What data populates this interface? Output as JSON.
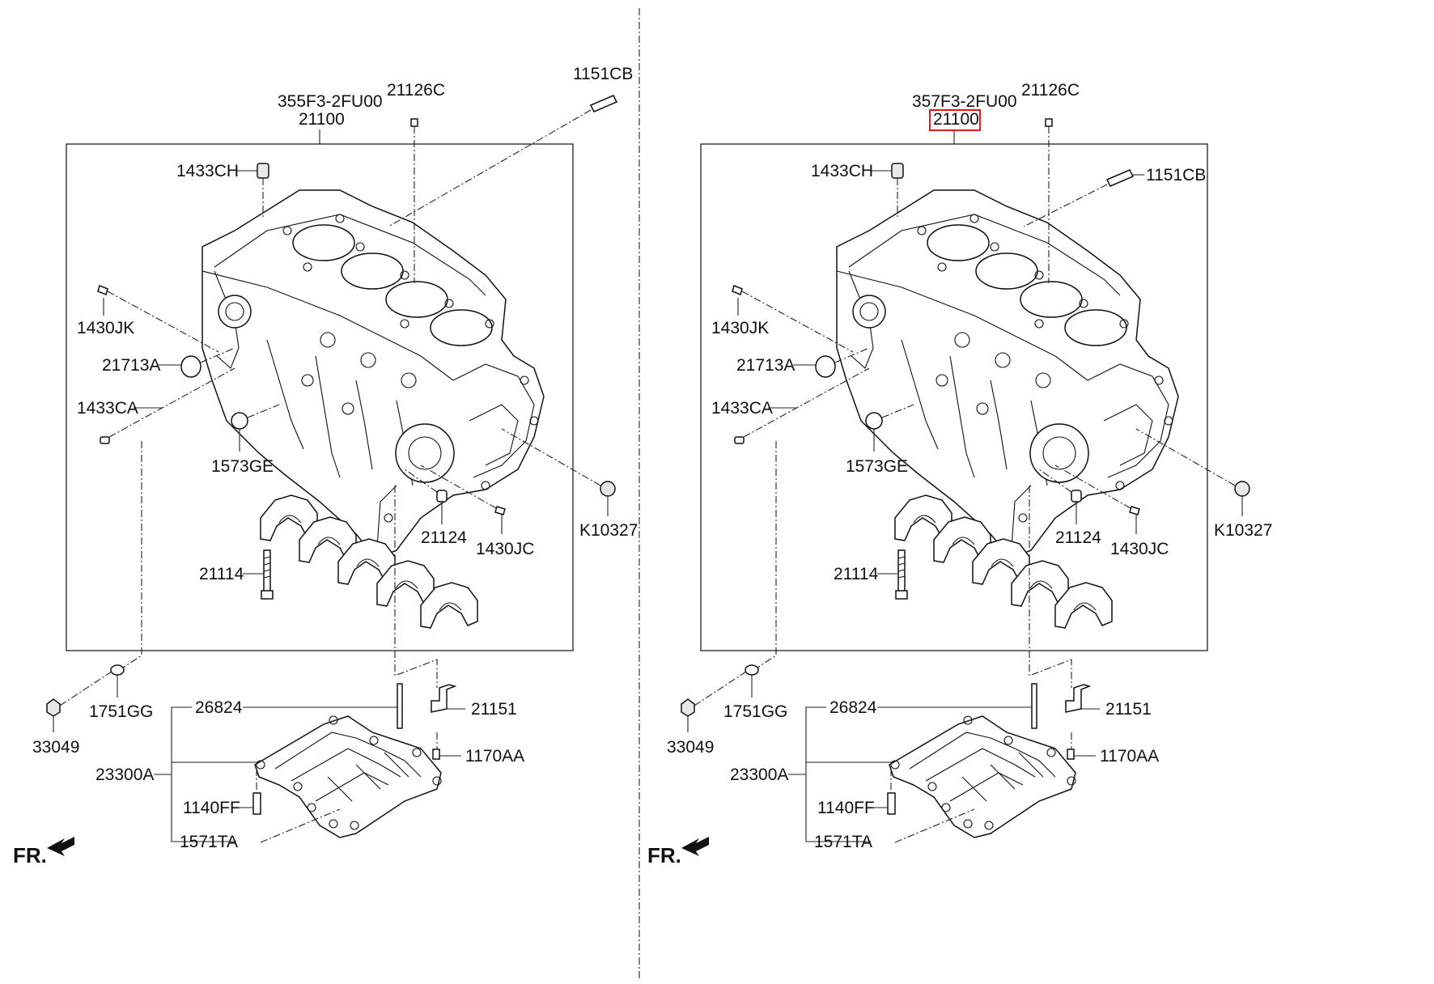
{
  "panels": [
    {
      "id": "left",
      "labels": {
        "p_355f3": "355F3-2FU00",
        "p_21100": "21100",
        "p_21126c": "21126C",
        "p_1151cb": "1151CB",
        "p_1433ch": "1433CH",
        "p_1430jk": "1430JK",
        "p_21713a": "21713A",
        "p_1433ca": "1433CA",
        "p_1573ge": "1573GE",
        "p_k10327": "K10327",
        "p_21124": "21124",
        "p_1430jc": "1430JC",
        "p_21114": "21114",
        "p_1751gg": "1751GG",
        "p_33049": "33049",
        "p_26824": "26824",
        "p_21151": "21151",
        "p_1170aa": "1170AA",
        "p_23300a": "23300A",
        "p_1140ff": "1140FF",
        "p_1571ta": "1571TA"
      },
      "front_label": "FR."
    },
    {
      "id": "right",
      "labels": {
        "p_357f3": "357F3-2FU00",
        "p_21100": "21100",
        "p_21126c": "21126C",
        "p_1151cb": "1151CB",
        "p_1433ch": "1433CH",
        "p_1430jk": "1430JK",
        "p_21713a": "21713A",
        "p_1433ca": "1433CA",
        "p_1573ge": "1573GE",
        "p_k10327": "K10327",
        "p_21124": "21124",
        "p_1430jc": "1430JC",
        "p_21114": "21114",
        "p_1751gg": "1751GG",
        "p_33049": "33049",
        "p_26824": "26824",
        "p_21151": "21151",
        "p_1170aa": "1170AA",
        "p_23300a": "23300A",
        "p_1140ff": "1140FF",
        "p_1571ta": "1571TA"
      },
      "front_label": "FR.",
      "highlighted_part": "21100"
    }
  ],
  "colors": {
    "line": "#222222",
    "highlight": "#e01818",
    "background": "#ffffff"
  }
}
